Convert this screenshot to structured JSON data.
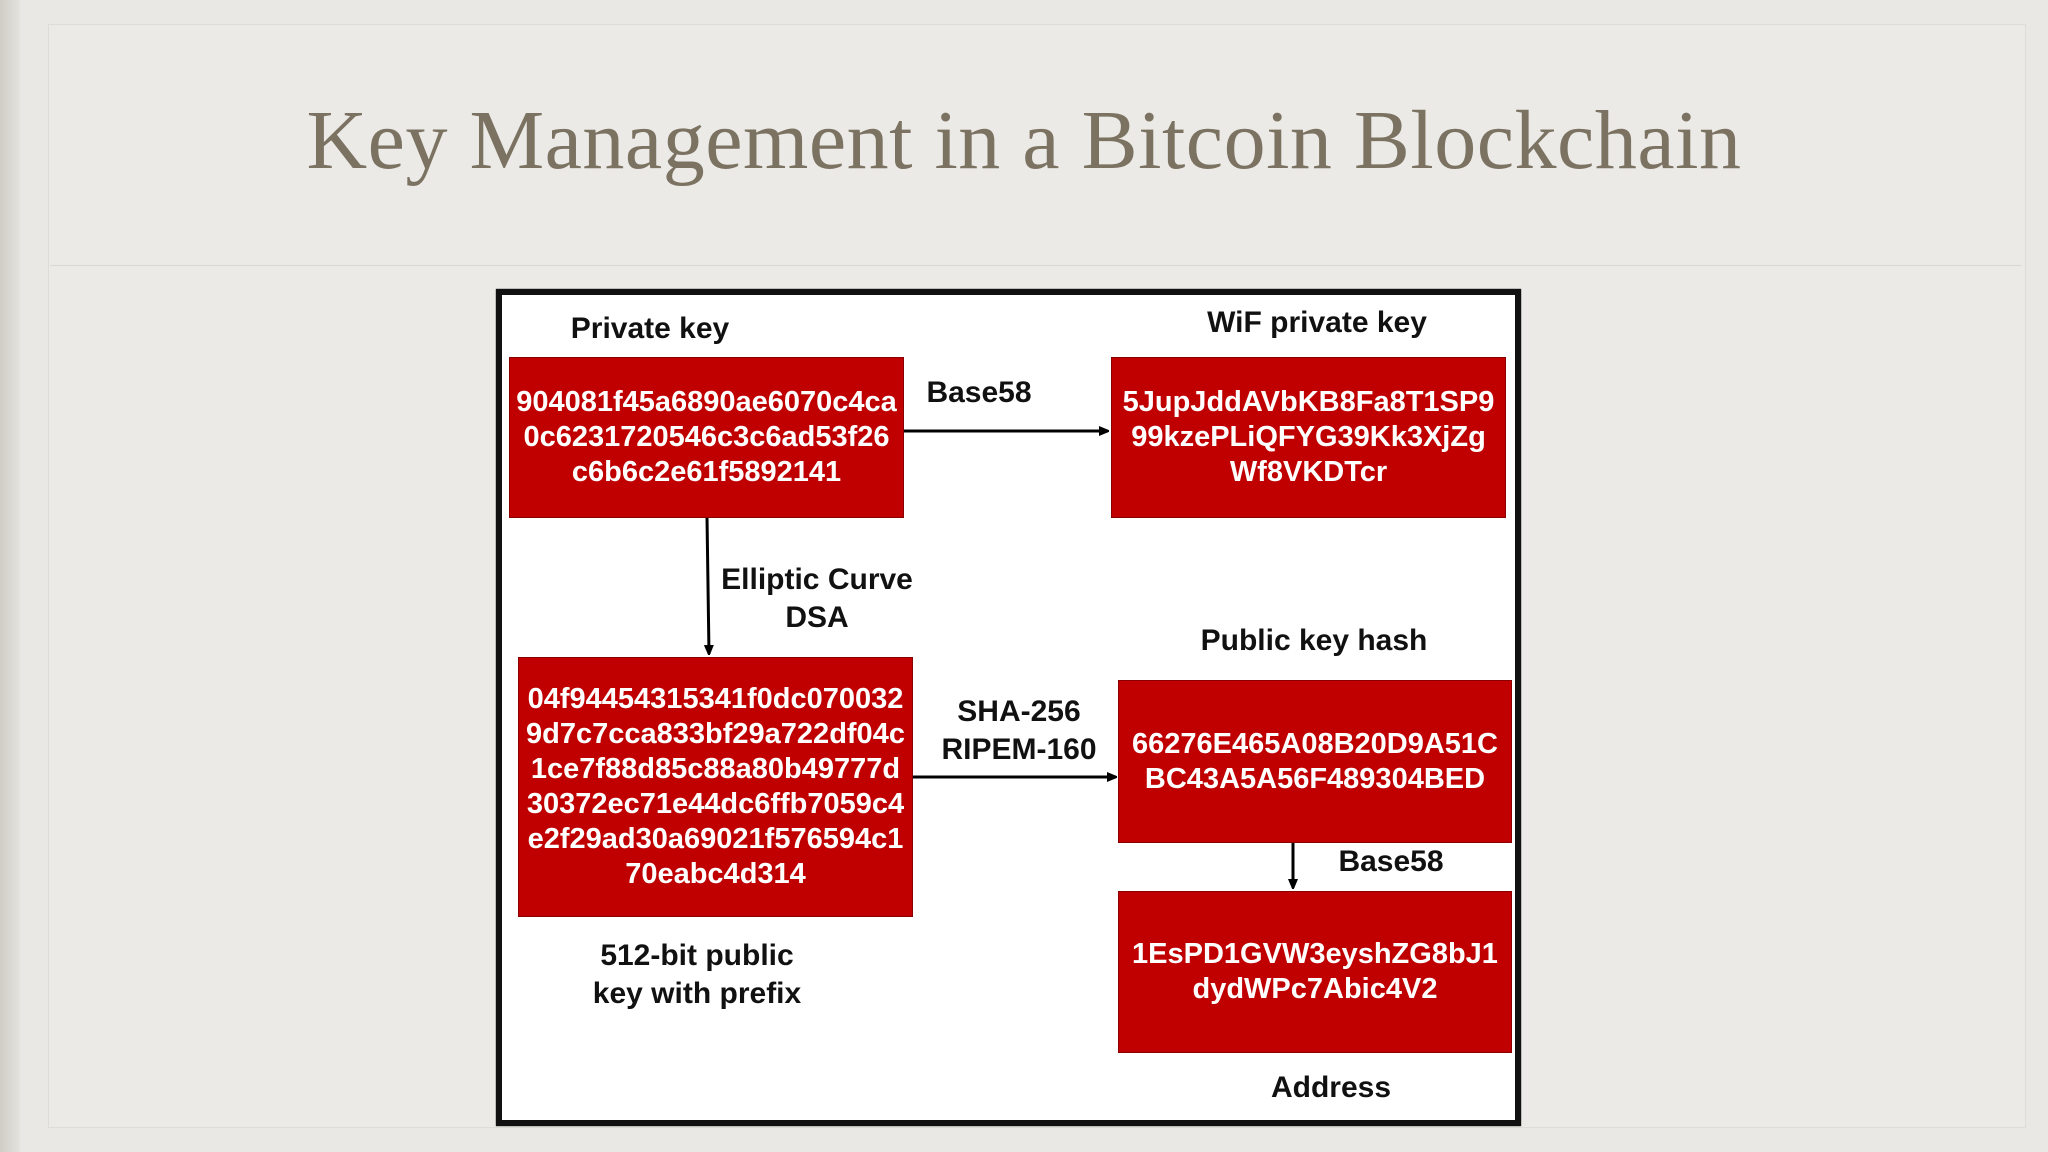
{
  "slide": {
    "title": "Key Management in a Bitcoin Blockchain"
  },
  "diagram": {
    "private_key": {
      "label": "Private key",
      "lines": [
        "904081f45a6890ae6070c4ca",
        "0c6231720546c3c6ad53f26",
        "c6b6c2e61f5892141"
      ]
    },
    "wif_private_key": {
      "label": "WiF private key",
      "lines": [
        "5JupJddAVbKB8Fa8T1SP9",
        "99kzePLiQFYG39Kk3XjZg",
        "Wf8VKDTcr"
      ]
    },
    "public_key": {
      "label_lines": [
        "512-bit public",
        "key with prefix"
      ],
      "lines": [
        "04f94454315341f0dc070032",
        "9d7c7cca833bf29a722df04c",
        "1ce7f88d85c88a80b49777d",
        "30372ec71e44dc6ffb7059c4",
        "e2f29ad30a69021f576594c1",
        "70eabc4d314"
      ]
    },
    "public_key_hash": {
      "label": "Public key hash",
      "lines": [
        "66276E465A08B20D9A51C",
        "BC43A5A56F489304BED"
      ]
    },
    "address": {
      "label": "Address",
      "lines": [
        "1EsPD1GVW3eyshZG8bJ1",
        "dydWPc7Abic4V2"
      ]
    },
    "edges": {
      "private_to_wif": "Base58",
      "private_to_public": [
        "Elliptic Curve",
        "DSA"
      ],
      "public_to_hash": [
        "SHA-256",
        "RIPEM-160"
      ],
      "hash_to_address": "Base58"
    },
    "colors": {
      "box_fill": "#c00000",
      "title": "#7b7262"
    }
  }
}
